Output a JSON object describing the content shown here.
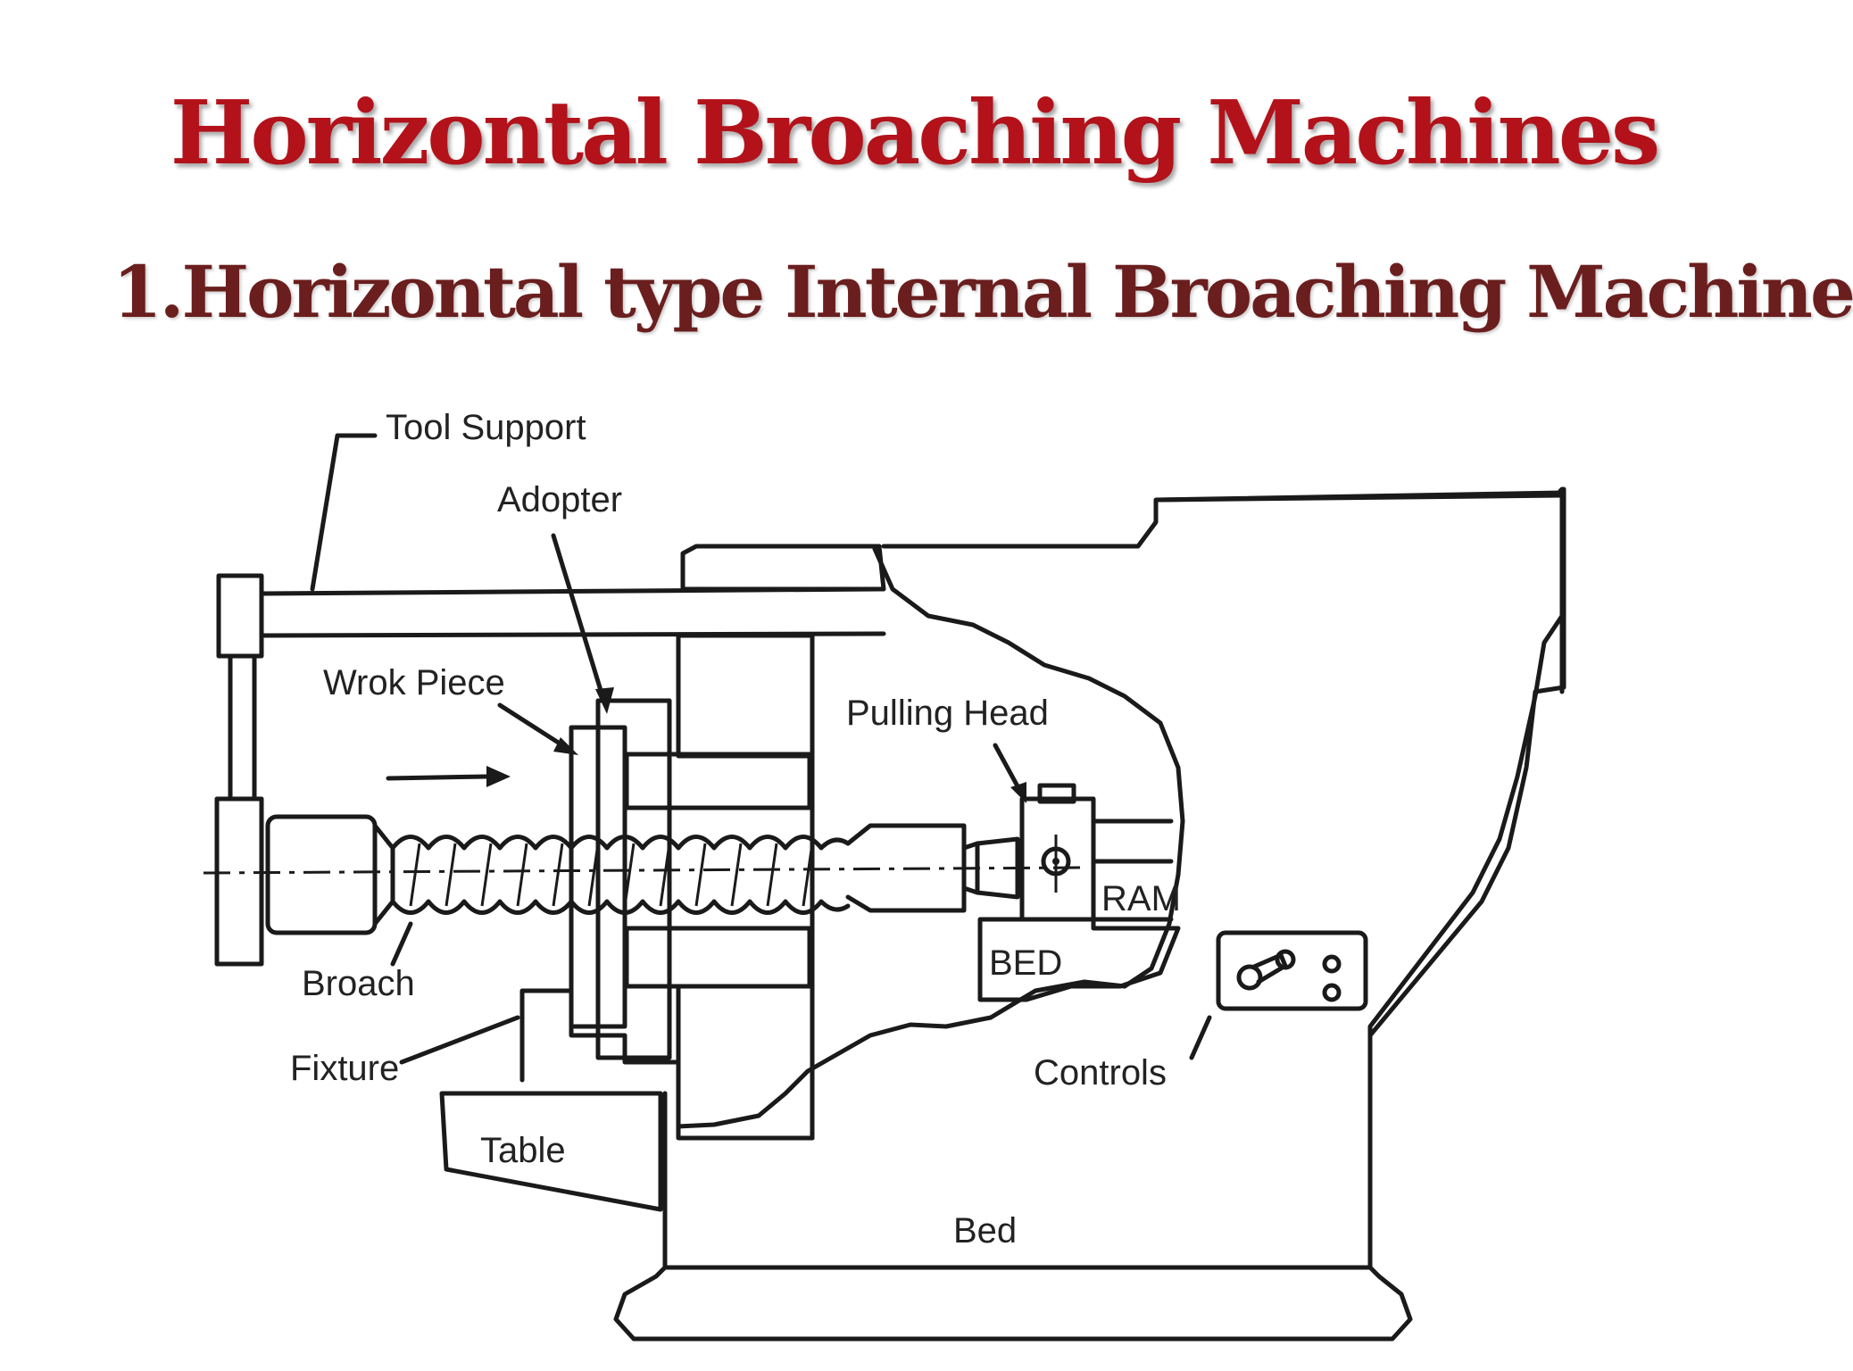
{
  "title": "Horizontal Broaching Machines",
  "subtitle": "1.Horizontal type Internal Broaching Machine",
  "diagram": {
    "labels": {
      "tool_support": "Tool Support",
      "adopter": "Adopter",
      "work_piece": "Wrok Piece",
      "pulling_head": "Pulling Head",
      "ram": "RAM",
      "bed_small": "BED",
      "broach": "Broach",
      "fixture": "Fixture",
      "controls": "Controls",
      "table": "Table",
      "bed": "Bed"
    }
  }
}
